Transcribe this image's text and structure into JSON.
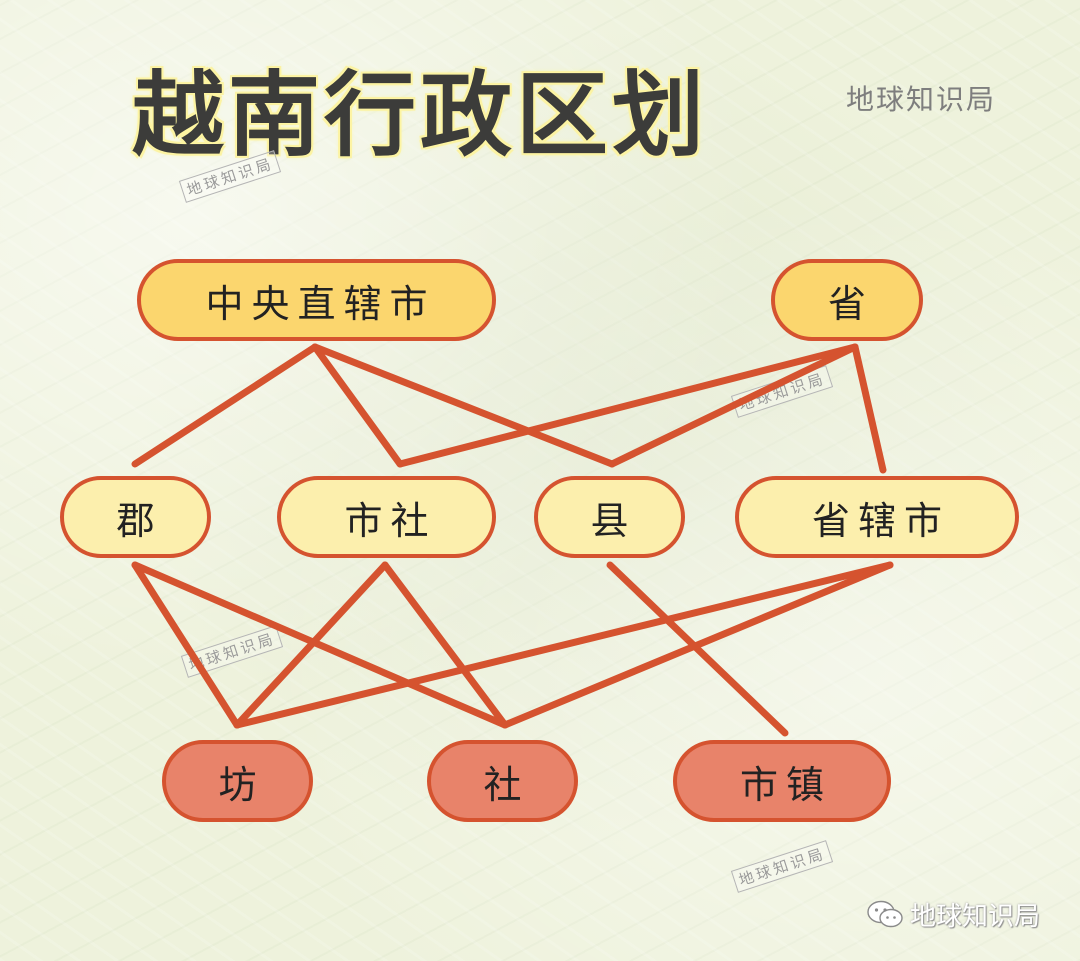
{
  "title": "越南行政区划",
  "brand": "地球知识局",
  "watermark": "地球知识局",
  "colors": {
    "line": "#d5532f",
    "top_fill": "#fbd66e",
    "mid_fill": "#fcefad",
    "bottom_fill": "#e8836a"
  },
  "nodes": {
    "municipality": "中央直辖市",
    "province": "省",
    "district": "郡",
    "town": "市社",
    "county": "县",
    "provincial_city": "省辖市",
    "ward": "坊",
    "commune": "社",
    "township": "市镇"
  },
  "links": [
    [
      "municipality",
      "district"
    ],
    [
      "municipality",
      "town"
    ],
    [
      "municipality",
      "county"
    ],
    [
      "province",
      "town"
    ],
    [
      "province",
      "county"
    ],
    [
      "province",
      "provincial_city"
    ],
    [
      "district",
      "ward"
    ],
    [
      "district",
      "commune"
    ],
    [
      "town",
      "ward"
    ],
    [
      "town",
      "commune"
    ],
    [
      "county",
      "township"
    ],
    [
      "provincial_city",
      "ward"
    ],
    [
      "provincial_city",
      "commune"
    ]
  ]
}
